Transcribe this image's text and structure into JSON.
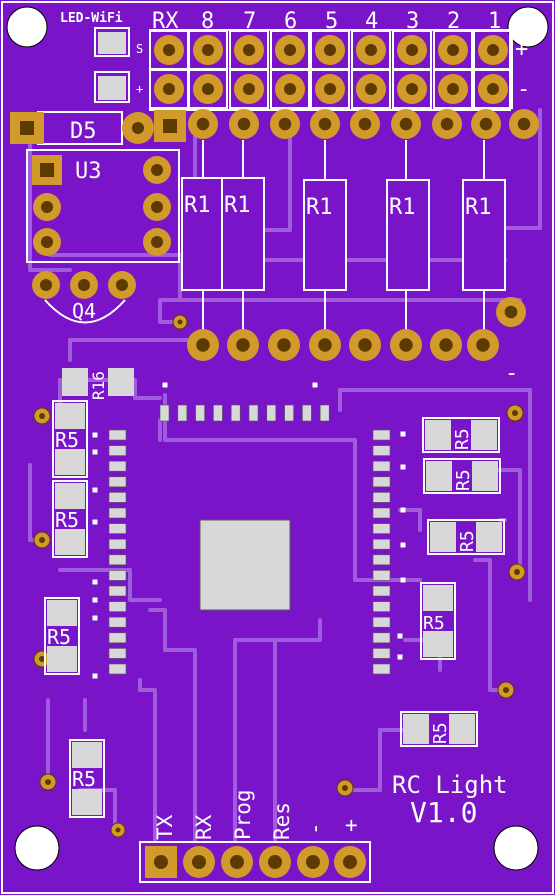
{
  "board": {
    "title": "RC Light",
    "version": "V1.0",
    "colors": {
      "substrate": "#7A14C9",
      "trace": "#A15BDD",
      "silkscreen": "#FFFFFF",
      "copper_ring": "#D19A2A",
      "copper_hole": "#5C3A00",
      "smd_pad": "#D8D8D8"
    }
  },
  "top_header": {
    "label_wifi": "LED-WiFi",
    "label_rx": "RX",
    "channels": [
      "8",
      "7",
      "6",
      "5",
      "4",
      "3",
      "2",
      "1"
    ],
    "row_labels": [
      "S",
      "+"
    ],
    "rail_labels": [
      "+",
      "-"
    ]
  },
  "components": {
    "d5": "D5",
    "u3": "U3",
    "q4": "Q4",
    "r1_labels": [
      "R1",
      "R1",
      "R1",
      "R1",
      "R1"
    ],
    "r16": "R16",
    "r5_left": [
      "R5",
      "R5",
      "R5",
      "R5"
    ],
    "r5_right": [
      "R5",
      "R5",
      "R5",
      "R5",
      "R5"
    ],
    "minus_mark": "-"
  },
  "bottom_header": {
    "labels": [
      "TX",
      "RX",
      "Prog",
      "Res",
      "-",
      "+"
    ]
  }
}
